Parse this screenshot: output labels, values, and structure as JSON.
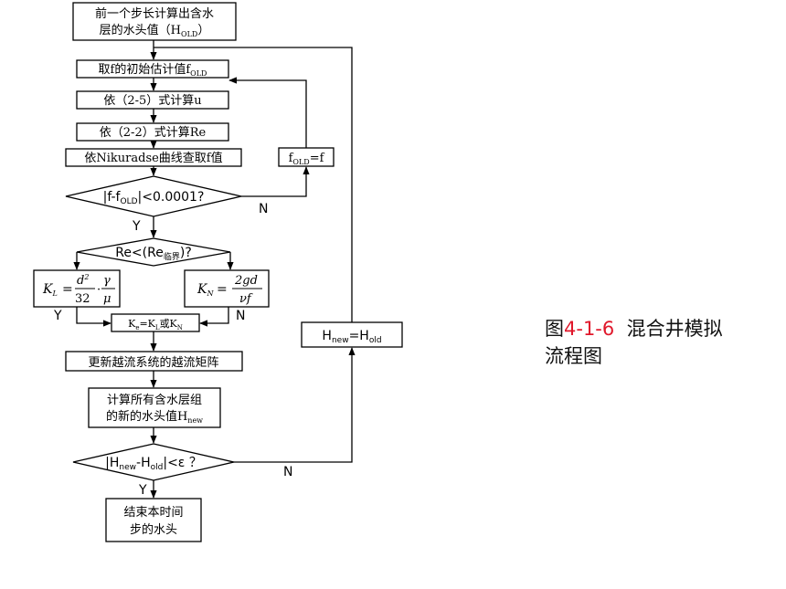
{
  "nodes": {
    "prev_head_l1": "前一个步长计算出含水",
    "prev_head_l2a": "层的水头值（H",
    "prev_head_sub": "OLD",
    "prev_head_l2b": "）",
    "init_f": "取f的初始估计值f",
    "init_f_sub": "OLD",
    "calc_u": "依（2-5）式计算u",
    "calc_re": "依（2-2）式计算Re",
    "nikuradse": "依Nikuradse曲线查取f值",
    "conv_check_a": "|f-f",
    "conv_check_sub": "OLD",
    "conv_check_b": "|<0.0001?",
    "f_update_a": "f",
    "f_update_sub": "OLD",
    "f_update_b": "=f",
    "re_check_a": "Re<(Re",
    "re_check_sub": "临界",
    "re_check_b": ")?",
    "kl_k": "K",
    "kl_sub": "L",
    "kl_num_a": "d",
    "kl_num_sup": "2",
    "kl_den": "32",
    "kl_num_b": "γ",
    "kl_den_b": "μ",
    "kn_k": "K",
    "kn_sub": "N",
    "kn_num": "2gd",
    "kn_den": "νf",
    "ke_a": "K",
    "ke_sub_e": "e",
    "ke_b": "=K",
    "ke_sub_l": "L",
    "ke_c": "或K",
    "ke_sub_n": "N",
    "h_update_a": "H",
    "h_update_sub1": "new",
    "h_update_b": "=H",
    "h_update_sub2": "old",
    "update_matrix": "更新越流系统的越流矩阵",
    "calc_heads_l1": "计算所有含水层组",
    "calc_heads_l2": "的新的水头值H",
    "calc_heads_sub": "new",
    "h_check_a": "|H",
    "h_check_sub1": "new",
    "h_check_b": "-H",
    "h_check_sub2": "old",
    "h_check_c": "|<ε ？",
    "end_l1": "结束本时间",
    "end_l2": "步的水头"
  },
  "edge_labels": {
    "conv_no": "N",
    "conv_yes": "Y",
    "re_yes": "Y",
    "re_no": "N",
    "h_no": "N",
    "h_yes": "Y"
  },
  "caption": {
    "prefix": "图",
    "number": "4-1-6",
    "title_l1": "混合井模拟",
    "title_l2": "流程图"
  }
}
